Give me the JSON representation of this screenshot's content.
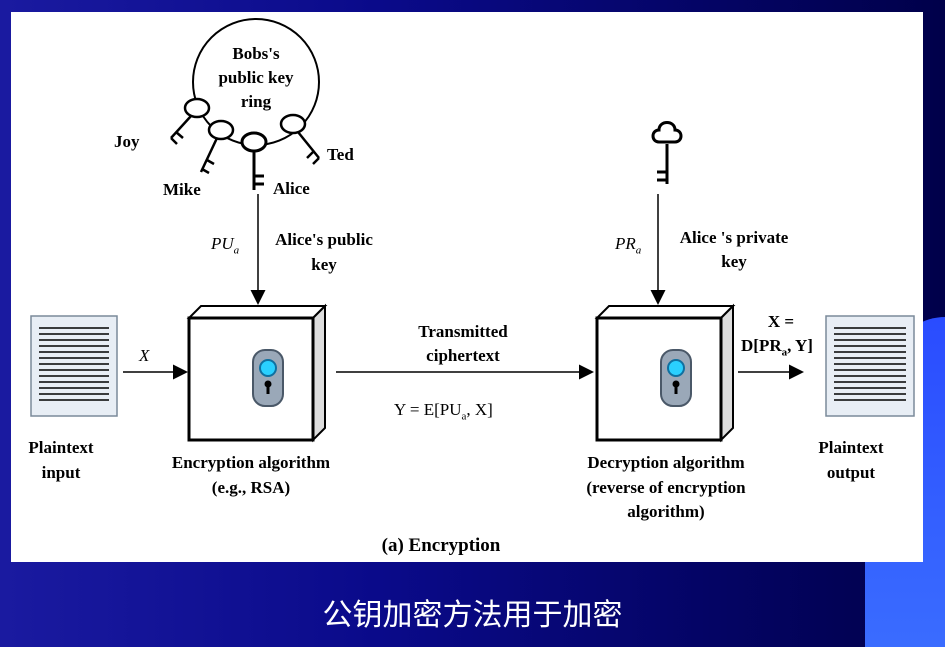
{
  "keyring": {
    "label": "Bobs's public key ring",
    "label_line1": "Bobs's",
    "label_line2": "public key",
    "label_line3": "ring",
    "keys": [
      "Joy",
      "Mike",
      "Alice",
      "Ted"
    ]
  },
  "left": {
    "key_symbol": "PU",
    "key_sub": "a",
    "key_label_line1": "Alice's public",
    "key_label_line2": "key",
    "input_var": "X",
    "input_label_line1": "Plaintext",
    "input_label_line2": "input",
    "algo_line1": "Encryption algorithm",
    "algo_line2": "(e.g., RSA)"
  },
  "middle": {
    "line1": "Transmitted",
    "line2": "ciphertext",
    "formula": "Y = E[PU",
    "formula_sub": "a",
    "formula_end": ", X]"
  },
  "right": {
    "key_symbol": "PR",
    "key_sub": "a",
    "key_label_line1": "Alice 's private",
    "key_label_line2": "key",
    "out_line1": "X =",
    "out_formula": "D[PR",
    "out_sub": "a",
    "out_end": ", Y]",
    "output_label_line1": "Plaintext",
    "output_label_line2": "output",
    "algo_line1": "Decryption algorithm",
    "algo_line2": "(reverse of encryption",
    "algo_line3": "algorithm)"
  },
  "caption": "(a) Encryption",
  "slide_title": "公钥加密方法用于加密",
  "colors": {
    "background": "#0a0a8a",
    "panel": "#ffffff",
    "accent": "#3a6cff"
  }
}
